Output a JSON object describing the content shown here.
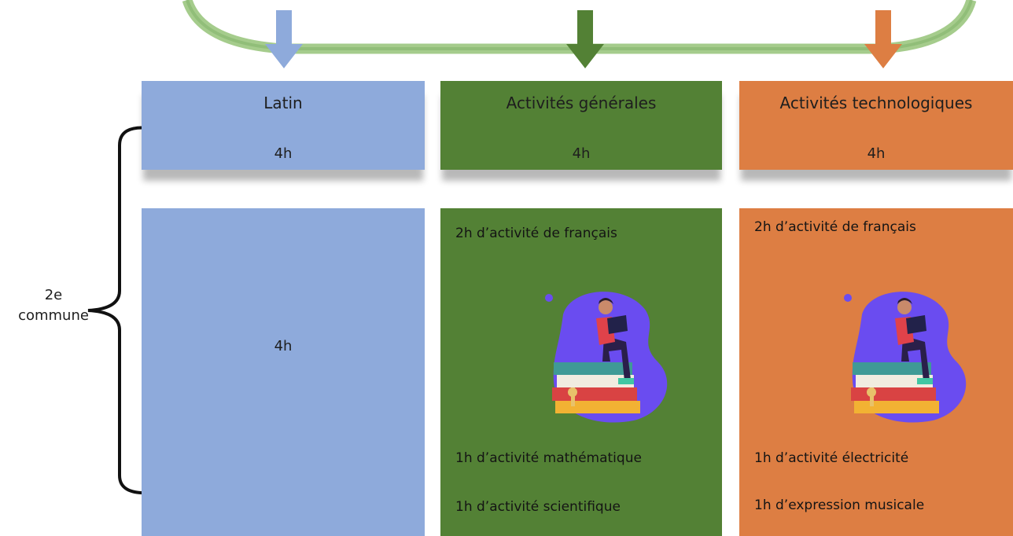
{
  "side_label": {
    "line1": "2e",
    "line2": "commune"
  },
  "columns": [
    {
      "title": "Latin",
      "hours": "4h",
      "body_center": "4h",
      "color": "#8eaadb"
    },
    {
      "title": "Activités générales",
      "hours": "4h",
      "color": "#538135",
      "lines": [
        "2h d’activité de français",
        "1h d’activité mathématique",
        "1h d’activité scientifique"
      ]
    },
    {
      "title": "Activités technologiques",
      "hours": "4h",
      "color": "#dd7e43",
      "lines": [
        "2h d’activité de français",
        "1h d’activité électricité",
        "1h d’expression musicale"
      ]
    }
  ],
  "colors": {
    "connector": "#92c47d",
    "bracket": "#111111",
    "illustration_blob": "#6a4cf0"
  },
  "icons": [
    "down-arrow-icon",
    "curly-bracket-icon",
    "student-reading-on-books-illustration"
  ]
}
